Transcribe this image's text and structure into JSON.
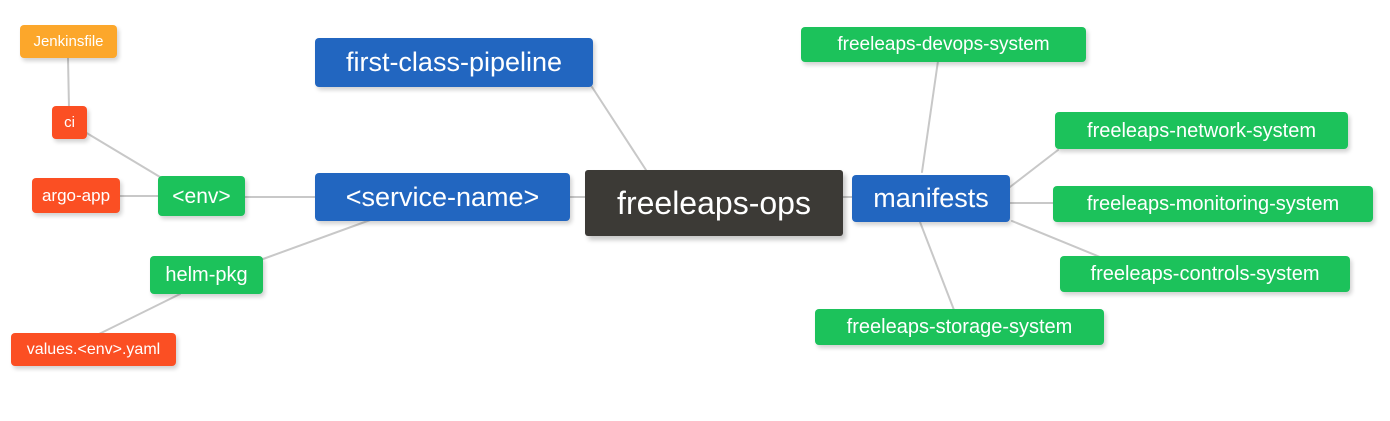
{
  "diagram": {
    "type": "mindmap",
    "title": "freeleaps-ops",
    "background": "#ffffff",
    "edge_color": "#c8c8c8",
    "palette": {
      "root": "#3c3a36",
      "blue": "#2266c0",
      "green": "#1cc25b",
      "orange": "#fca72b",
      "red": "#fb4f23"
    }
  },
  "nodes": {
    "root": {
      "label": "freeleaps-ops",
      "color": "#3c3a36"
    },
    "service_name": {
      "label": "<service-name>",
      "color": "#2266c0"
    },
    "first_class_pipeline": {
      "label": "first-class-pipeline",
      "color": "#2266c0"
    },
    "env": {
      "label": "<env>",
      "color": "#1cc25b"
    },
    "ci": {
      "label": "ci",
      "color": "#fb4f23"
    },
    "jenkinsfile": {
      "label": "Jenkinsfile",
      "color": "#fca72b"
    },
    "argo_app": {
      "label": "argo-app",
      "color": "#fb4f23"
    },
    "helm_pkg": {
      "label": "helm-pkg",
      "color": "#1cc25b"
    },
    "values_yaml": {
      "label": "values.<env>.yaml",
      "color": "#fb4f23"
    },
    "manifests": {
      "label": "manifests",
      "color": "#2266c0"
    },
    "devops_system": {
      "label": "freeleaps-devops-system",
      "color": "#1cc25b"
    },
    "network_system": {
      "label": "freeleaps-network-system",
      "color": "#1cc25b"
    },
    "monitoring_system": {
      "label": "freeleaps-monitoring-system",
      "color": "#1cc25b"
    },
    "controls_system": {
      "label": "freeleaps-controls-system",
      "color": "#1cc25b"
    },
    "storage_system": {
      "label": "freeleaps-storage-system",
      "color": "#1cc25b"
    }
  },
  "edges": [
    {
      "from": "root",
      "to": "service_name"
    },
    {
      "from": "root",
      "to": "first_class_pipeline"
    },
    {
      "from": "root",
      "to": "manifests"
    },
    {
      "from": "service_name",
      "to": "env"
    },
    {
      "from": "service_name",
      "to": "helm_pkg"
    },
    {
      "from": "env",
      "to": "ci"
    },
    {
      "from": "env",
      "to": "argo_app"
    },
    {
      "from": "ci",
      "to": "jenkinsfile"
    },
    {
      "from": "helm_pkg",
      "to": "values_yaml"
    },
    {
      "from": "manifests",
      "to": "devops_system"
    },
    {
      "from": "manifests",
      "to": "network_system"
    },
    {
      "from": "manifests",
      "to": "monitoring_system"
    },
    {
      "from": "manifests",
      "to": "controls_system"
    },
    {
      "from": "manifests",
      "to": "storage_system"
    }
  ]
}
